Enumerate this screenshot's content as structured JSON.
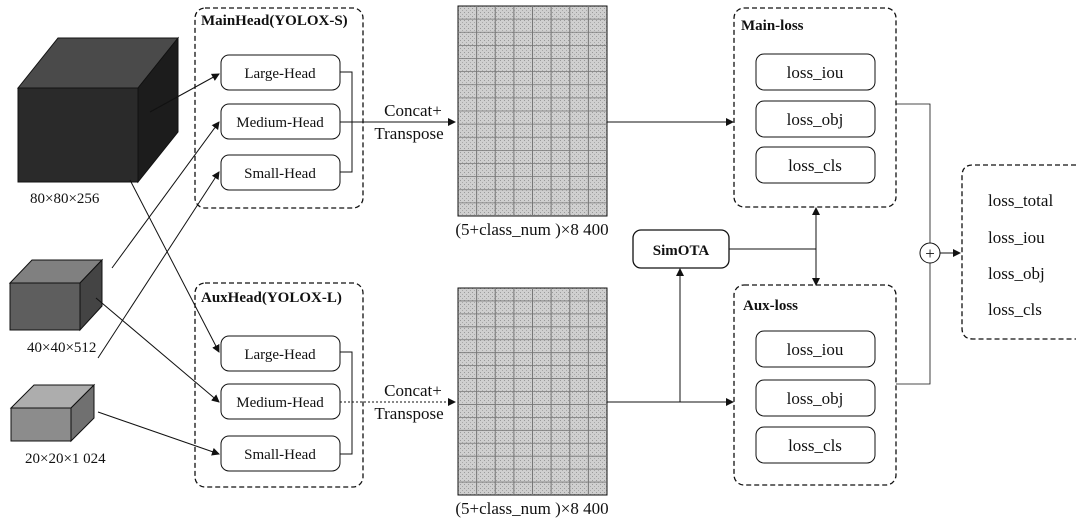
{
  "features": {
    "large": "80×80×256",
    "medium": "40×40×512",
    "small": "20×20×1 024"
  },
  "main_head": {
    "title": "MainHead(YOLOX-S)",
    "heads": [
      "Large-Head",
      "Medium-Head",
      "Small-Head"
    ]
  },
  "aux_head": {
    "title": "AuxHead(YOLOX-L)",
    "heads": [
      "Large-Head",
      "Medium-Head",
      "Small-Head"
    ]
  },
  "concat_label": [
    "Concat+",
    "Transpose"
  ],
  "matrix_caption": "(5+class_num )×8 400",
  "simota": "SimOTA",
  "main_loss": {
    "title": "Main-loss",
    "items": [
      "loss_iou",
      "loss_obj",
      "loss_cls"
    ]
  },
  "aux_loss": {
    "title": "Aux-loss",
    "items": [
      "loss_iou",
      "loss_obj",
      "loss_cls"
    ]
  },
  "sum_symbol": "+",
  "total": {
    "items": [
      "loss_total",
      "loss_iou",
      "loss_obj",
      "loss_cls"
    ]
  },
  "colors": {
    "cube_large_front": "#2a2a2a",
    "cube_large_top": "#4a4a4a",
    "cube_large_side": "#1c1c1c",
    "cube_medium_front": "#5e5e5e",
    "cube_medium_top": "#808080",
    "cube_medium_side": "#444444",
    "cube_small_front": "#8c8c8c",
    "cube_small_top": "#adadad",
    "cube_small_side": "#707070",
    "matrix_fill": "#c9c9c9",
    "matrix_grid": "#777777"
  }
}
